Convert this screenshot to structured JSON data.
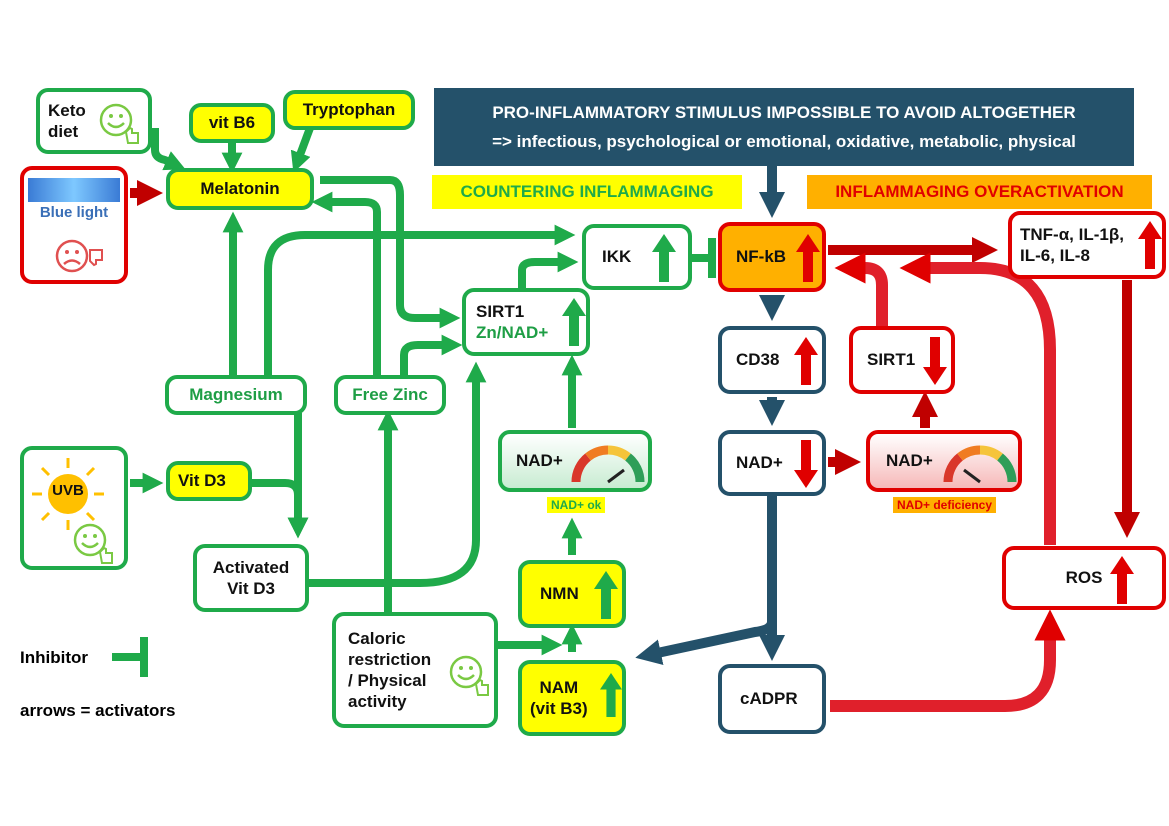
{
  "colors": {
    "green": "#1faa4a",
    "red": "#e00000",
    "dark": "#24516a",
    "yellow": "#ffff00",
    "orange": "#ffb000"
  },
  "banner": {
    "line1": "PRO-INFLAMMATORY STIMULUS IMPOSSIBLE TO AVOID ALTOGETHER",
    "line2": "=> infectious, psychological or emotional, oxidative, metabolic, physical"
  },
  "section_labels": {
    "countering": "COUNTERING INFLAMMAGING",
    "overactivation": "INFLAMMAGING OVERACTIVATION"
  },
  "nodes": {
    "keto_line1": "Keto",
    "keto_line2": "diet",
    "vitb6": "vit B6",
    "tryptophan": "Tryptophan",
    "melatonin": "Melatonin",
    "bluelight": "Blue light",
    "uvb": "UVB",
    "vitd3": "Vit D3",
    "activated_line1": "Activated",
    "activated_line2": "Vit D3",
    "magnesium": "Magnesium",
    "freezinc": "Free Zinc",
    "sirt1_green_line1": "SIRT1",
    "sirt1_green_line2": "Zn/NAD+",
    "ikk": "IKK",
    "nfkb": "NF-kB",
    "tnf_line1": "TNF-α, IL-1β,",
    "tnf_line2": "IL-6, IL-8",
    "cd38": "CD38",
    "sirt1_red": "SIRT1",
    "nad_dark": "NAD+",
    "nad_ok": "NAD+",
    "nad_ok_caption": "NAD+ ok",
    "nad_def": "NAD+",
    "nad_def_caption": "NAD+ deficiency",
    "nmn": "NMN",
    "nam_line1": "NAM",
    "nam_line2": "(vit B3)",
    "caloric_line1": "Caloric",
    "caloric_line2": "restriction",
    "caloric_line3": "/ Physical",
    "caloric_line4": "activity",
    "cadpr": "cADPR",
    "ros": "ROS"
  },
  "legend": {
    "inhibitor": "Inhibitor",
    "activators": "arrows = activators"
  },
  "icons": {
    "happy": "smiley-thumbs-up-icon",
    "sad": "sad-thumbs-down-icon",
    "up": "up-arrow-icon",
    "down": "down-arrow-icon",
    "gauge": "gauge-icon"
  }
}
